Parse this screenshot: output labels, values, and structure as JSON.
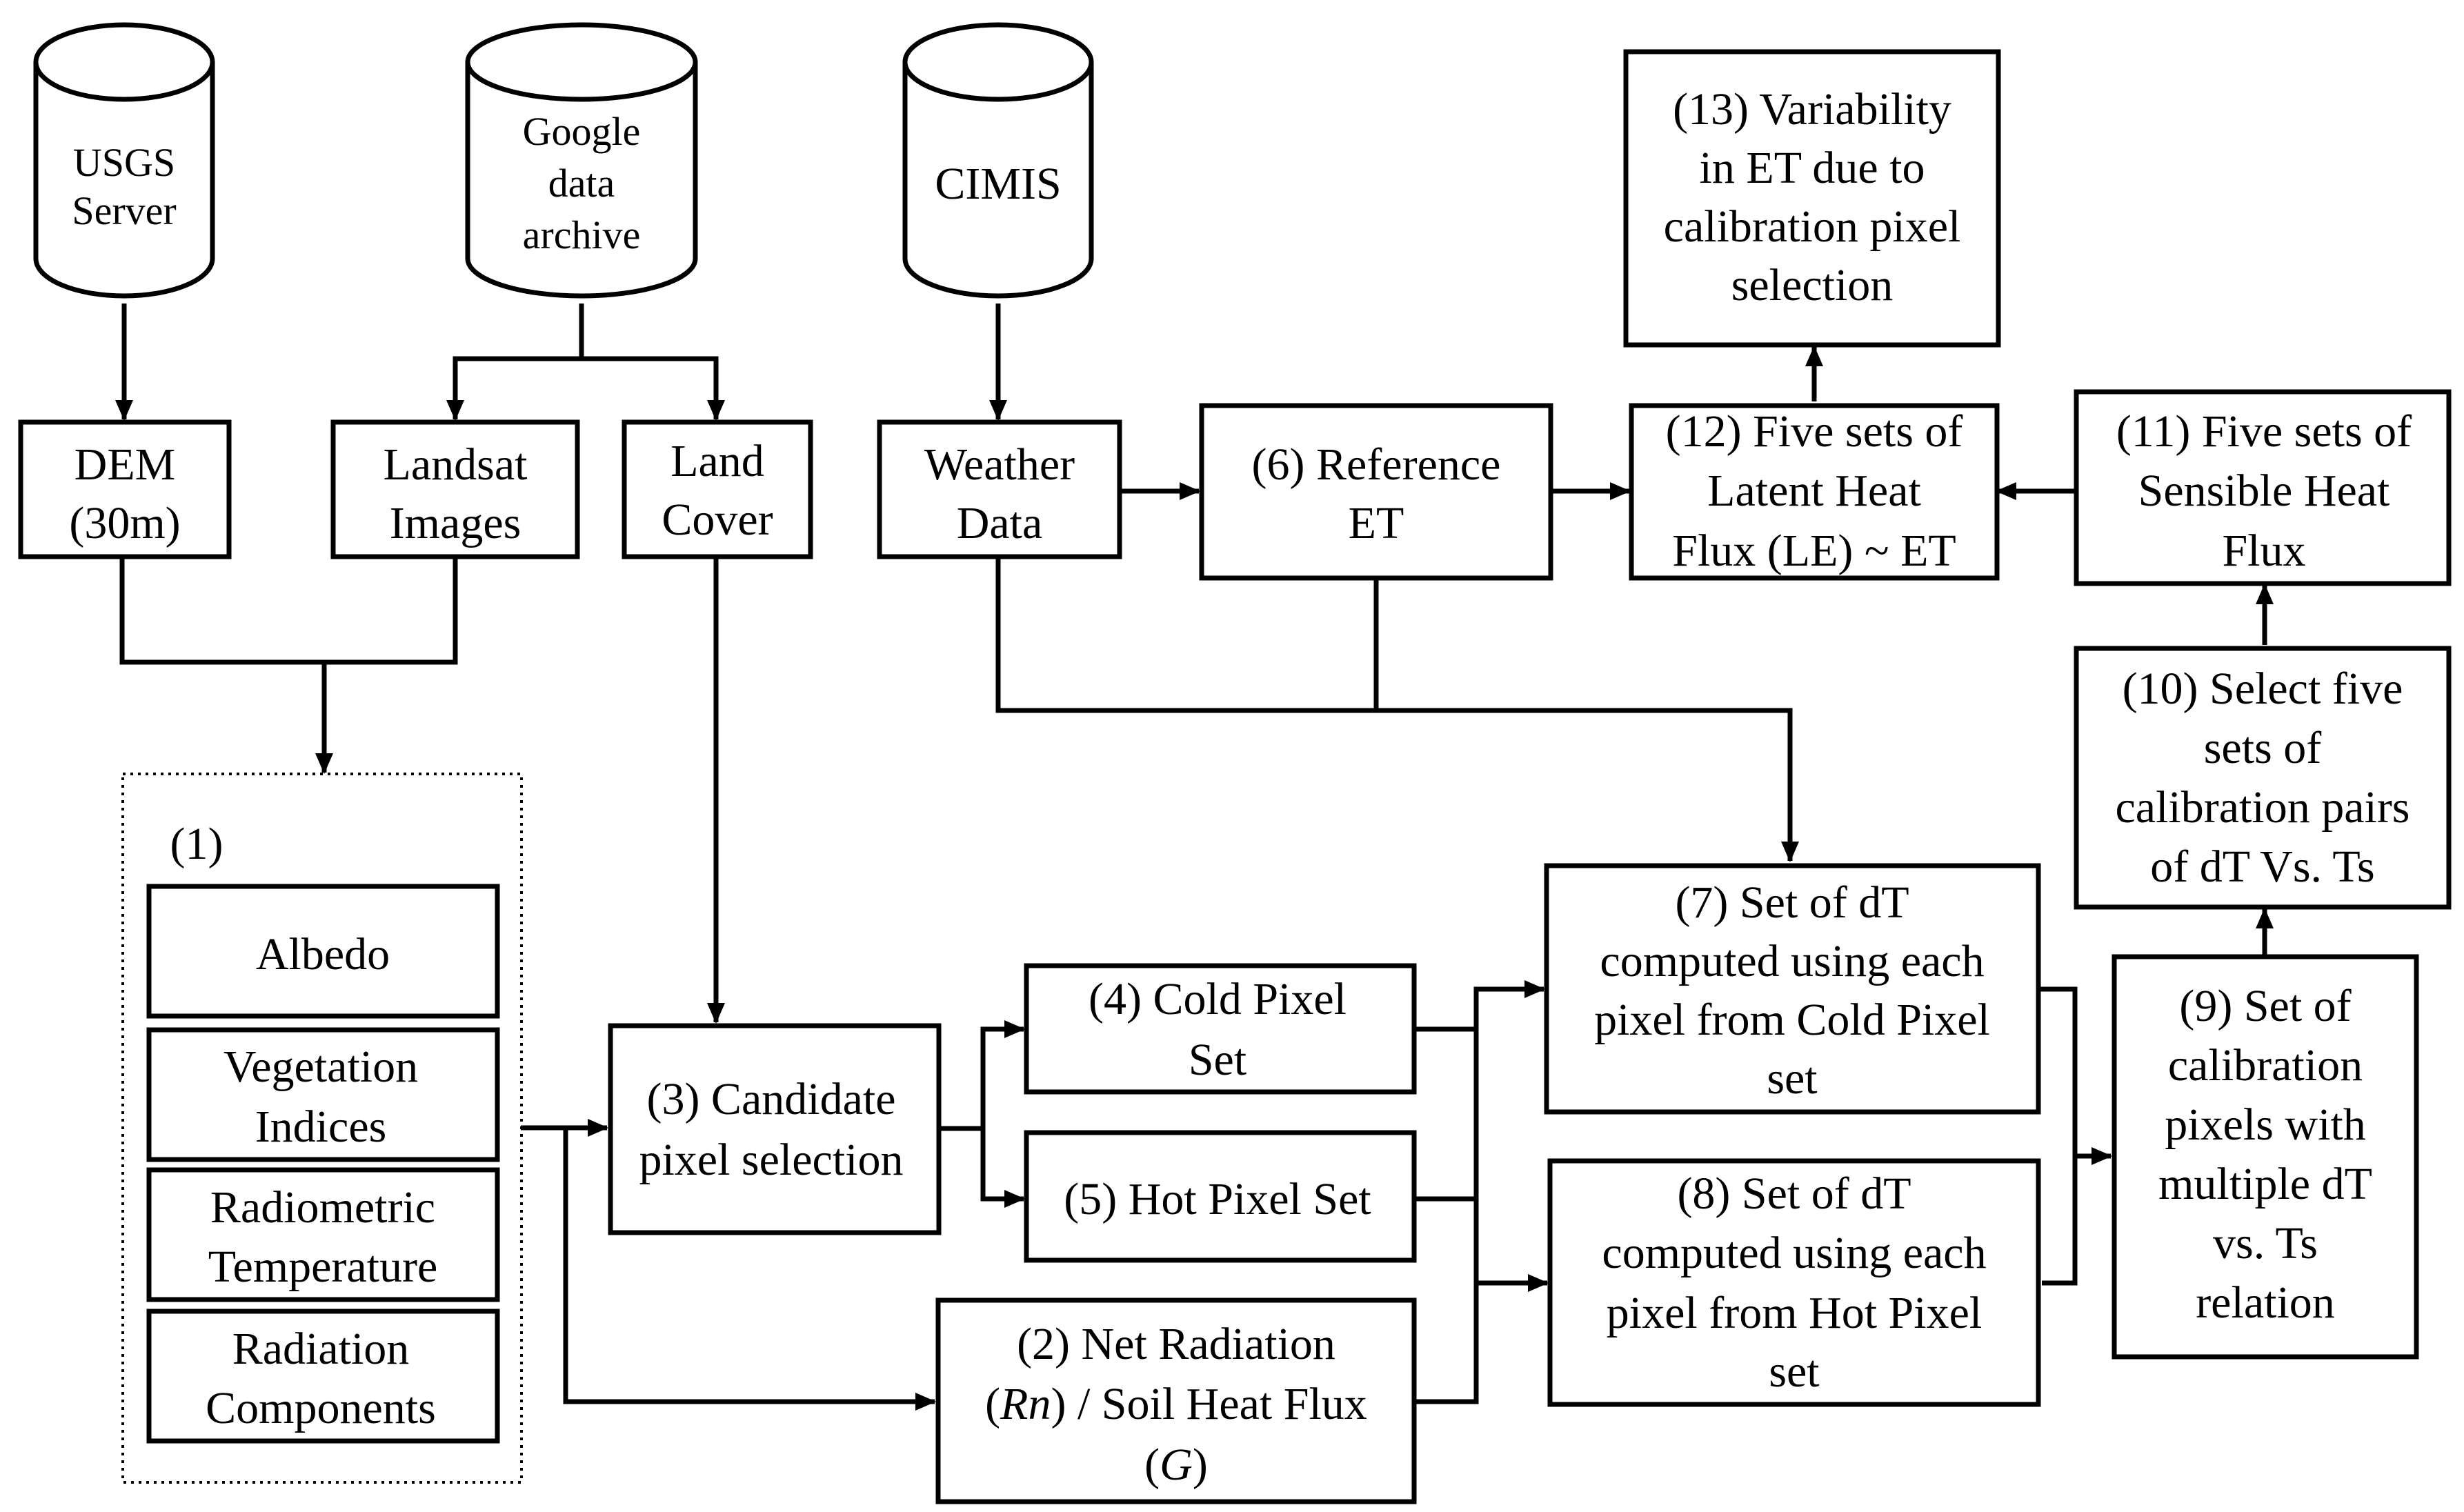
{
  "sources": {
    "usgs": [
      "USGS",
      "Server"
    ],
    "google": [
      "Google",
      "data",
      "archive"
    ],
    "cimis": [
      "CIMIS"
    ]
  },
  "inputs": {
    "dem": [
      "DEM",
      "(30m)"
    ],
    "landsat": [
      "Landsat",
      "Images"
    ],
    "land_cover": [
      "Land",
      "Cover"
    ],
    "weather": [
      "Weather",
      "Data"
    ]
  },
  "group1": {
    "label": "(1)",
    "items": [
      [
        "Albedo"
      ],
      [
        "Vegetation",
        "Indices"
      ],
      [
        "Radiometric",
        "Temperature"
      ],
      [
        "Radiation",
        "Components"
      ]
    ]
  },
  "steps": {
    "s2": {
      "line1": "(2) Net Radiation",
      "line2_a": "(",
      "line2_rn": "Rn",
      "line2_b": ") / Soil Heat Flux",
      "line3_a": "(",
      "line3_g": "G",
      "line3_b": ")"
    },
    "s3": [
      "(3) Candidate",
      "pixel selection"
    ],
    "s4": [
      "(4) Cold Pixel",
      "Set"
    ],
    "s5": [
      "(5) Hot Pixel Set"
    ],
    "s6": [
      "(6) Reference",
      "ET"
    ],
    "s7": [
      "(7) Set of dT",
      "computed using each",
      "pixel from Cold Pixel",
      "set"
    ],
    "s8": [
      "(8) Set of dT",
      "computed using each",
      "pixel from Hot Pixel",
      "set"
    ],
    "s9": [
      "(9) Set of",
      "calibration",
      "pixels with",
      "multiple dT",
      "vs. Ts",
      "relation"
    ],
    "s10": [
      "(10) Select five",
      "sets of",
      "calibration pairs",
      "of dT Vs. Ts"
    ],
    "s11": [
      "(11) Five sets of",
      "Sensible Heat",
      "Flux"
    ],
    "s12": [
      "(12) Five sets of",
      "Latent Heat",
      "Flux (LE) ~ ET"
    ],
    "s13": [
      "(13) Variability",
      "in ET due to",
      "calibration pixel",
      "selection"
    ]
  }
}
